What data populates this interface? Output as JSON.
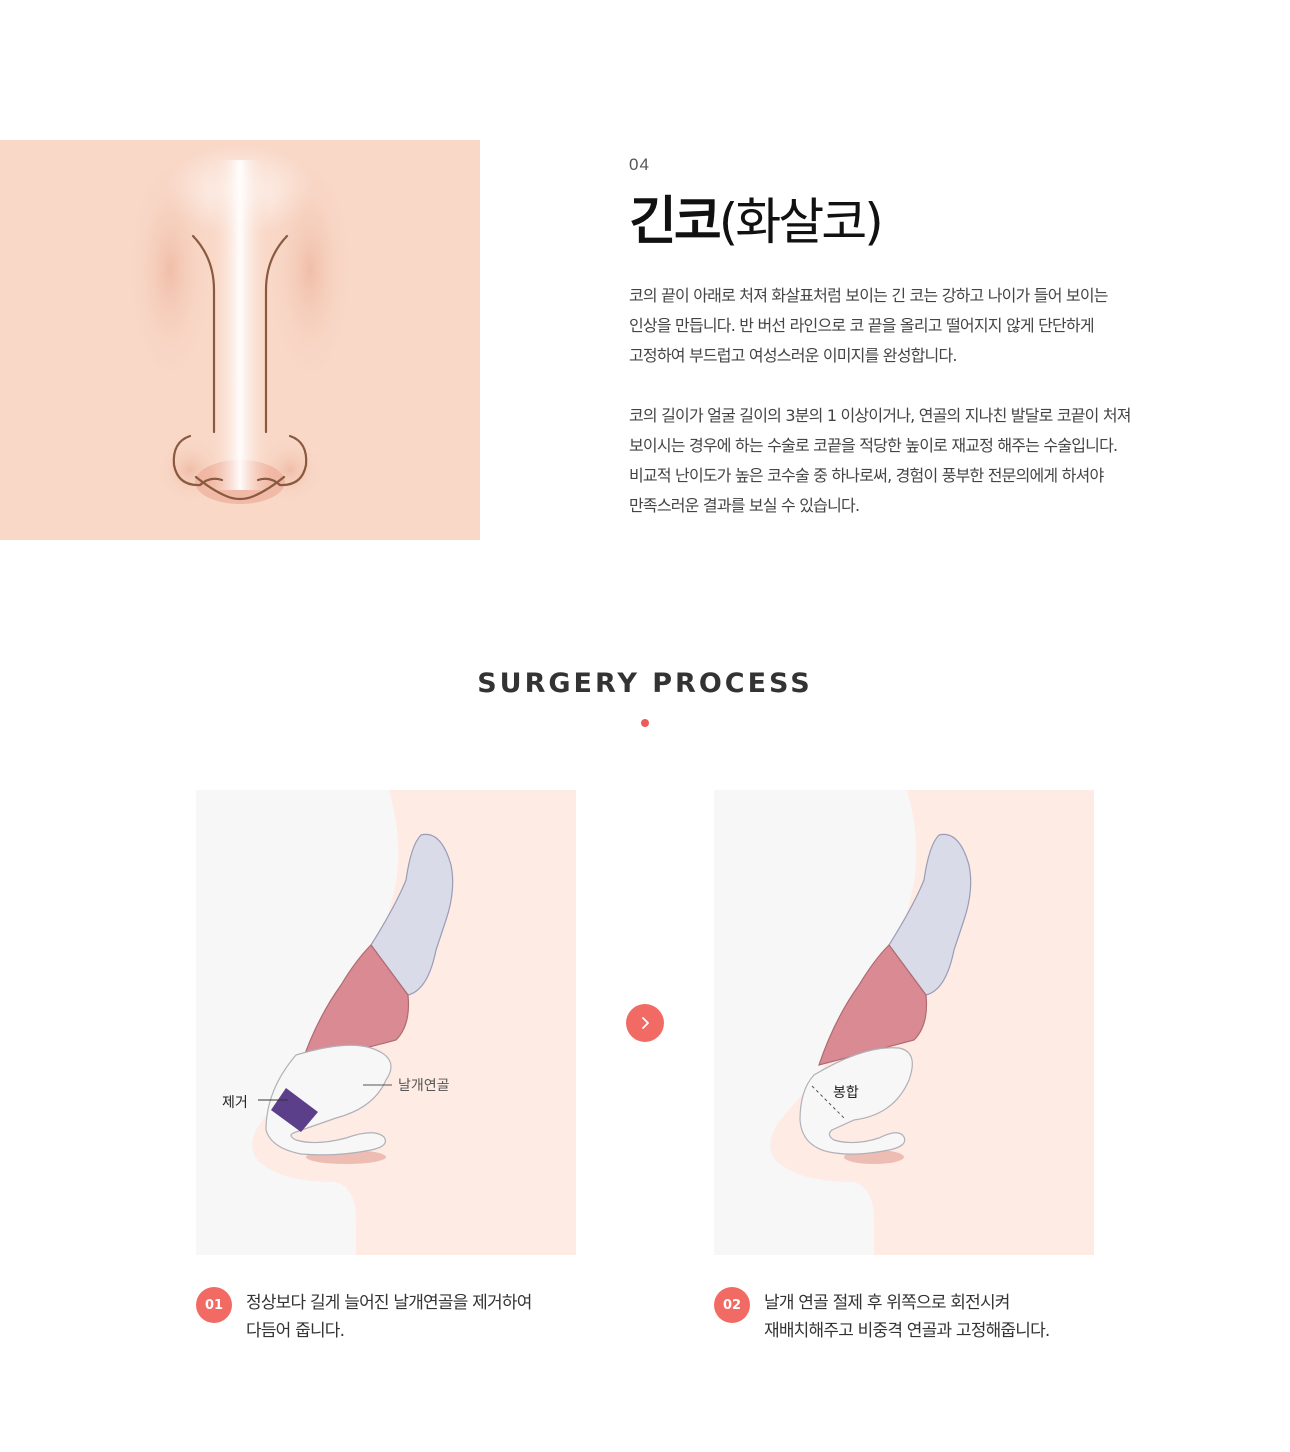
{
  "intro": {
    "number": "04",
    "title_main": "긴코",
    "title_sub": "(화살코)",
    "paragraph1": [
      "코의 끝이 아래로 처져 화살표처럼 보이는 긴 코는 강하고 나이가 들어 보이는",
      "인상을 만듭니다. 반 버선 라인으로 코 끝을 올리고 떨어지지 않게 단단하게",
      "고정하여 부드럽고 여성스러운 이미지를 완성합니다."
    ],
    "paragraph2": [
      "코의 길이가 얼굴 길이의 3분의 1 이상이거나, 연골의 지나친 발달로 코끝이 처져",
      "보이시는 경우에 하는 수술로 코끝을 적당한 높이로 재교정 해주는 수술입니다.",
      "비교적 난이도가 높은 코수술 중 하나로써, 경험이 풍부한 전문의에게 하셔야",
      "만족스러운 결과를 보실 수 있습니다."
    ]
  },
  "process": {
    "title": "SURGERY PROCESS",
    "panel1": {
      "label_remove": "제거",
      "label_cartilage": "날개연골"
    },
    "panel2": {
      "label_suture": "봉합"
    },
    "steps": [
      {
        "badge": "01",
        "lines": [
          "정상보다 길게 늘어진 날개연골을 제거하여",
          "다듬어 줍니다."
        ]
      },
      {
        "badge": "02",
        "lines": [
          "날개 연골 절제 후 위쪽으로 회전시켜",
          "재배치해주고 비중격 연골과 고정해줍니다."
        ]
      }
    ]
  },
  "colors": {
    "accent": "#f26a64",
    "skin": "#f9d8c8",
    "panel_bg": "#f7f7f7",
    "profile_skin": "#fdebe4",
    "bone": "#d9dbe8",
    "septal_cartilage": "#d98a92",
    "removed_part": "#5b3f8a"
  },
  "icons": {
    "next": "chevron-right-icon"
  }
}
